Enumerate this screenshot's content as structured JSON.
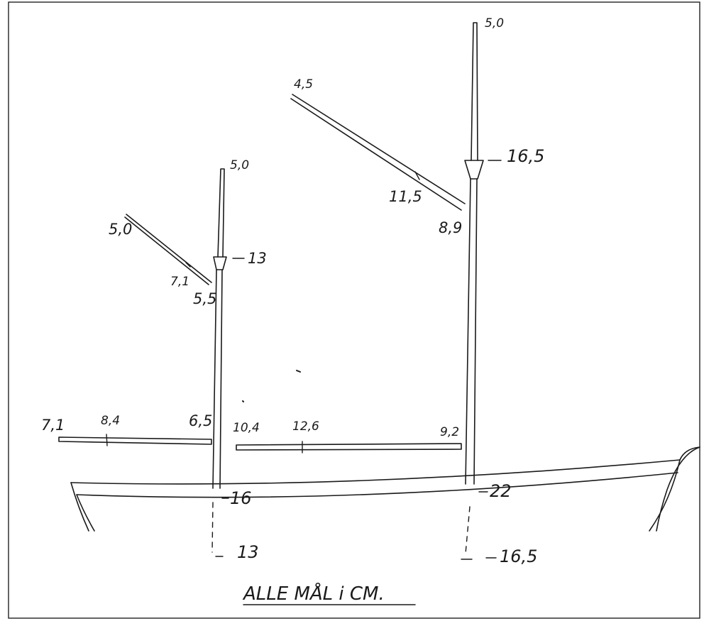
{
  "caption": "ALLE MÅL i CM.",
  "labels": {
    "main_top": "5,0",
    "main_band": "16,5",
    "main_gaff_end": "4,5",
    "main_gaff_mid": "11,5",
    "main_gaff_jaw": "8,9",
    "main_deck": "22",
    "main_heel": "16,5",
    "fore_top": "5,0",
    "fore_band": "13",
    "fore_gaff_end": "5,0",
    "fore_gaff_mid": "7,1",
    "fore_gaff_jaw": "5,5",
    "fore_deck": "16",
    "fore_heel": "13",
    "fore_boom_end": "7,1",
    "fore_boom_mid": "8,4",
    "fore_boom_jaw": "6,5",
    "main_boom_jaw": "10,4",
    "main_boom_mid": "12,6",
    "main_boom_end": "9,2"
  },
  "colors": {
    "ink": "#1a1a1a",
    "paper": "#ffffff"
  }
}
